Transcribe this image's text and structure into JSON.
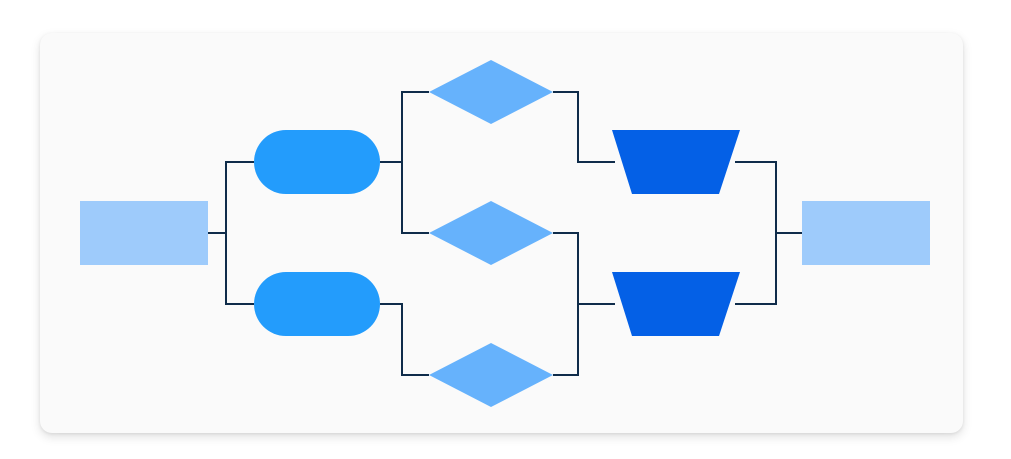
{
  "diagram": {
    "colors": {
      "card_background": "#fafafa",
      "connector": "#0f2c4a",
      "input_output_box": "#9ecbfb",
      "rounded_process": "#239cfc",
      "decision_diamond": "#66b2fc",
      "trapezoid": "#0460e6"
    },
    "shapes": [
      {
        "kind": "rectangle",
        "role": "input-box"
      },
      {
        "kind": "pill",
        "role": "process-top"
      },
      {
        "kind": "pill",
        "role": "process-bottom"
      },
      {
        "kind": "diamond",
        "role": "decision-top"
      },
      {
        "kind": "diamond",
        "role": "decision-middle"
      },
      {
        "kind": "diamond",
        "role": "decision-bottom"
      },
      {
        "kind": "trapezoid",
        "role": "merge-top"
      },
      {
        "kind": "trapezoid",
        "role": "merge-bottom"
      },
      {
        "kind": "rectangle",
        "role": "output-box"
      }
    ]
  }
}
